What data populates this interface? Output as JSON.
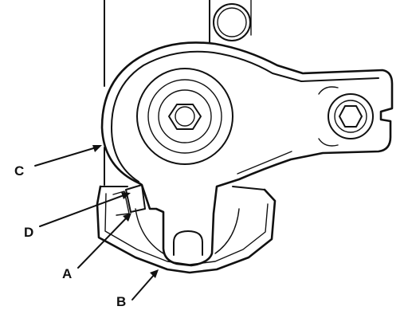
{
  "callouts": {
    "a": "A",
    "b": "B",
    "c": "C",
    "d": "D"
  },
  "colors": {
    "ink": "#111111",
    "background": "#ffffff"
  }
}
